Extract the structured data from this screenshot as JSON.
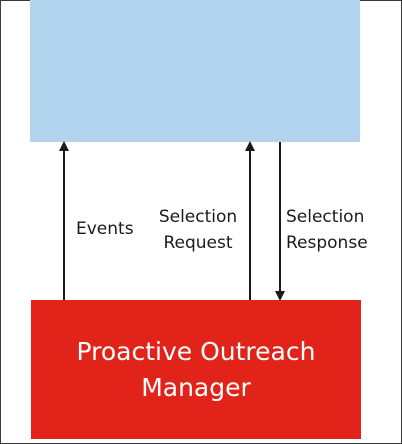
{
  "diagram": {
    "top_box": {
      "label": "",
      "color": "#b3d4ee"
    },
    "bottom_box": {
      "label": "Proactive Outreach\nManager",
      "color": "#e2231a",
      "text_color": "#ffffff"
    },
    "arrows": [
      {
        "id": "events",
        "label": "Events",
        "direction": "up"
      },
      {
        "id": "selection-request",
        "label_line1": "Selection",
        "label_line2": "Request",
        "direction": "up"
      },
      {
        "id": "selection-response",
        "label_line1": "Selection",
        "label_line2": "Response",
        "direction": "down"
      }
    ]
  }
}
